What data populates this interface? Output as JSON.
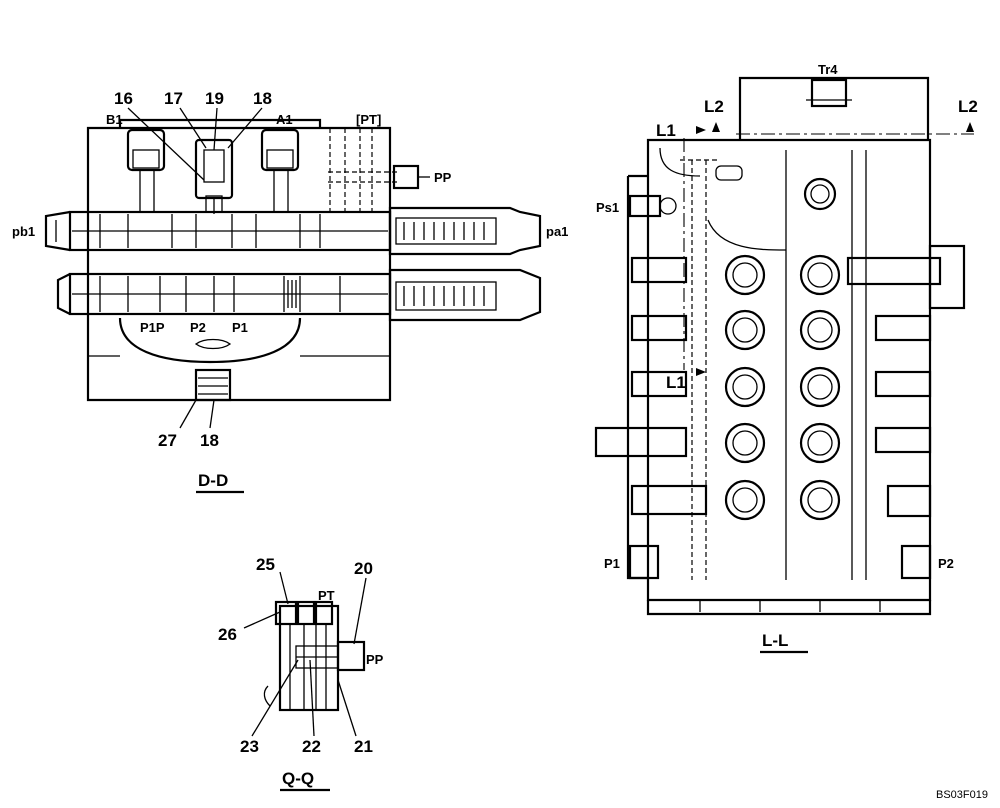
{
  "views": {
    "dd": {
      "title": "D-D",
      "callouts": [
        "16",
        "17",
        "19",
        "18",
        "27",
        "18"
      ],
      "ports": [
        "B1",
        "A1",
        "[PT]",
        "PP",
        "pb1",
        "pa1",
        "P1P",
        "P2",
        "P1"
      ]
    },
    "qq": {
      "title": "Q-Q",
      "callouts": [
        "25",
        "20",
        "26",
        "23",
        "22",
        "21"
      ],
      "ports": [
        "PT",
        "PP"
      ]
    },
    "ll": {
      "title": "L-L",
      "section_marks": [
        "L2",
        "L2",
        "L1",
        "L1"
      ],
      "ports": [
        "Tr4",
        "Ps1",
        "P1",
        "P2"
      ]
    }
  },
  "figure_code": "BS03F019"
}
